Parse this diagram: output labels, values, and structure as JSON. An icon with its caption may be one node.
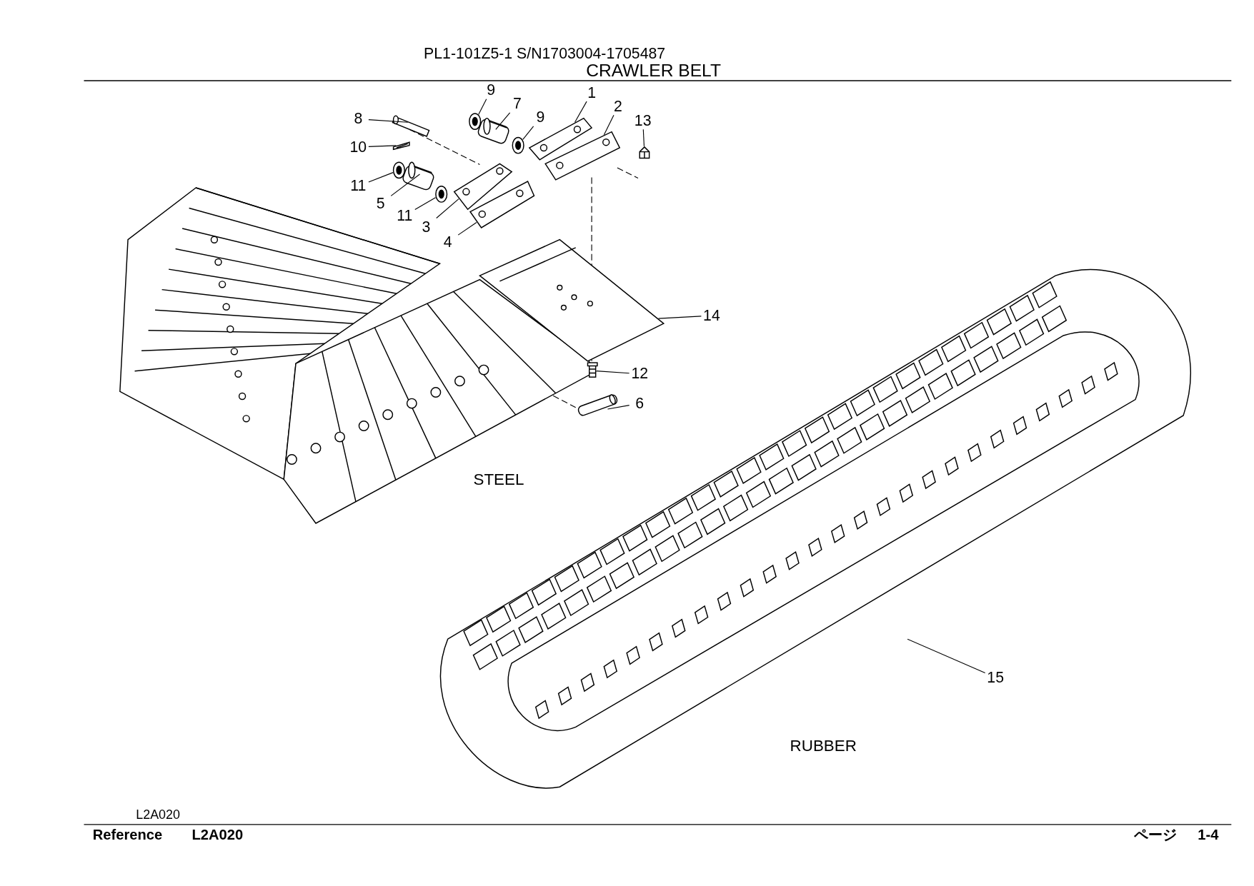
{
  "diagram": {
    "title": "CRAWLER BELT",
    "nodes": [
      {
        "text": [
          "9"
        ]
      },
      {
        "text": [
          "7"
        ]
      },
      {
        "text": [
          "9"
        ]
      },
      {
        "text": [
          "1"
        ]
      },
      {
        "text": [
          "2"
        ]
      },
      {
        "text": [
          "13"
        ]
      },
      {
        "text": [
          "8"
        ]
      },
      {
        "text": [
          "10"
        ]
      },
      {
        "text": [
          "11"
        ]
      },
      {
        "text": [
          "5"
        ]
      },
      {
        "text": [
          "11"
        ]
      },
      {
        "text": [
          "3"
        ]
      },
      {
        "text": [
          "4"
        ]
      },
      {
        "text": [
          "14"
        ]
      },
      {
        "text": [
          "12"
        ]
      },
      {
        "text": [
          "6"
        ]
      },
      {
        "text": [
          "15"
        ]
      },
      {
        "text": [],
        "shape": "picture"
      },
      {
        "text": [],
        "shape": "picture"
      },
      {
        "text": [],
        "shape": "picture"
      },
      {
        "text": [],
        "shape": "picture"
      },
      {
        "text": [],
        "shape": "picture"
      },
      {
        "text": [],
        "shape": "picture"
      },
      {
        "text": [],
        "shape": "picture"
      },
      {
        "text": [],
        "shape": "picture"
      },
      {
        "text": [],
        "shape": "picture"
      },
      {
        "text": [],
        "shape": "picture"
      },
      {
        "text": [],
        "shape": "picture"
      },
      {
        "text": [],
        "shape": "picture"
      },
      {
        "text": [],
        "shape": "picture"
      },
      {
        "text": [],
        "shape": "picture"
      },
      {
        "text": [],
        "shape": "picture"
      },
      {
        "text": [],
        "shape": "picture"
      },
      {
        "text": [],
        "shape": "picture"
      }
    ],
    "edges": [
      {
        "from": 0,
        "to": 17,
        "arrow": "none"
      },
      {
        "from": 1,
        "to": 18,
        "arrow": "none"
      },
      {
        "from": 2,
        "to": 19,
        "arrow": "none"
      },
      {
        "from": 3,
        "to": 20,
        "arrow": "none"
      },
      {
        "from": 4,
        "to": 21,
        "arrow": "none"
      },
      {
        "from": 5,
        "to": 22,
        "arrow": "none"
      },
      {
        "from": 6,
        "to": 23,
        "arrow": "none"
      },
      {
        "from": 7,
        "to": 24,
        "arrow": "none"
      },
      {
        "from": 8,
        "to": 25,
        "arrow": "none"
      },
      {
        "from": 9,
        "to": 26,
        "arrow": "none"
      },
      {
        "from": 10,
        "to": 27,
        "arrow": "none"
      },
      {
        "from": 11,
        "to": 28,
        "arrow": "none"
      },
      {
        "from": 12,
        "to": 29,
        "arrow": "none"
      },
      {
        "from": 13,
        "to": 30,
        "arrow": "none"
      },
      {
        "from": 14,
        "to": 31,
        "arrow": "none"
      },
      {
        "from": 15,
        "to": 32,
        "arrow": "none"
      },
      {
        "from": 16,
        "to": 33,
        "arrow": "none"
      }
    ],
    "labels": [
      "PL1-101Z5-1 S/N1703004-1705487",
      "STEEL",
      "RUBBER",
      "L2A020",
      "Reference",
      "L2A020",
      "ページ",
      "1-4"
    ]
  }
}
